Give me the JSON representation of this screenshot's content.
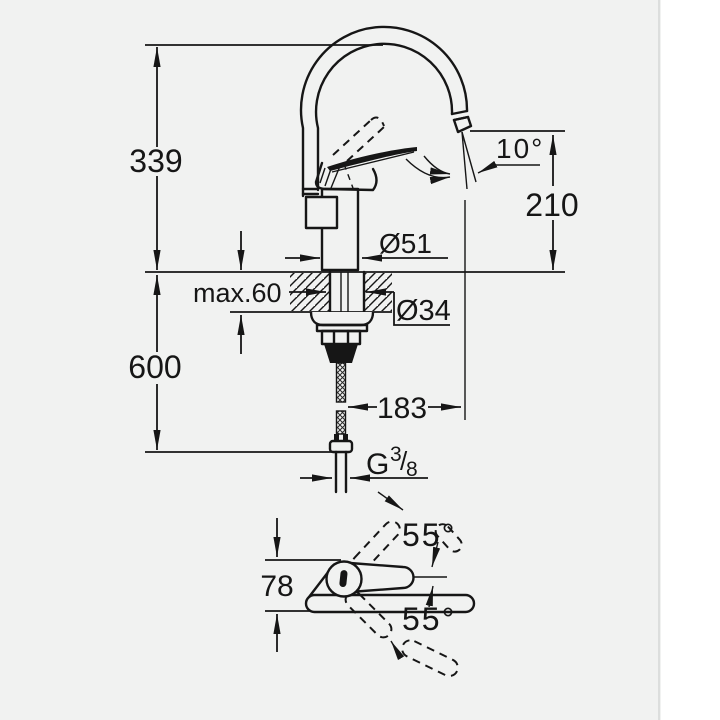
{
  "colors": {
    "canvas": "#f1f2f1",
    "paper": "#ffffff",
    "line": "#161616",
    "divider": "#dcdedd"
  },
  "front_view": {
    "dim_height_overall": "339",
    "dim_height_spout": "210",
    "dim_spout_angle": "10°",
    "dim_base_diameter": "Ø51",
    "dim_max_counter_thickness": "max.60",
    "dim_hole_diameter": "Ø34",
    "dim_hose_length": "600",
    "dim_spout_reach": "183",
    "thread": {
      "g": "G",
      "sup": "3",
      "slash": "/",
      "sub": "8"
    }
  },
  "plan_view": {
    "dim_depth": "78",
    "dim_swivel_upper": "55°",
    "dim_swivel_lower": "55°"
  }
}
